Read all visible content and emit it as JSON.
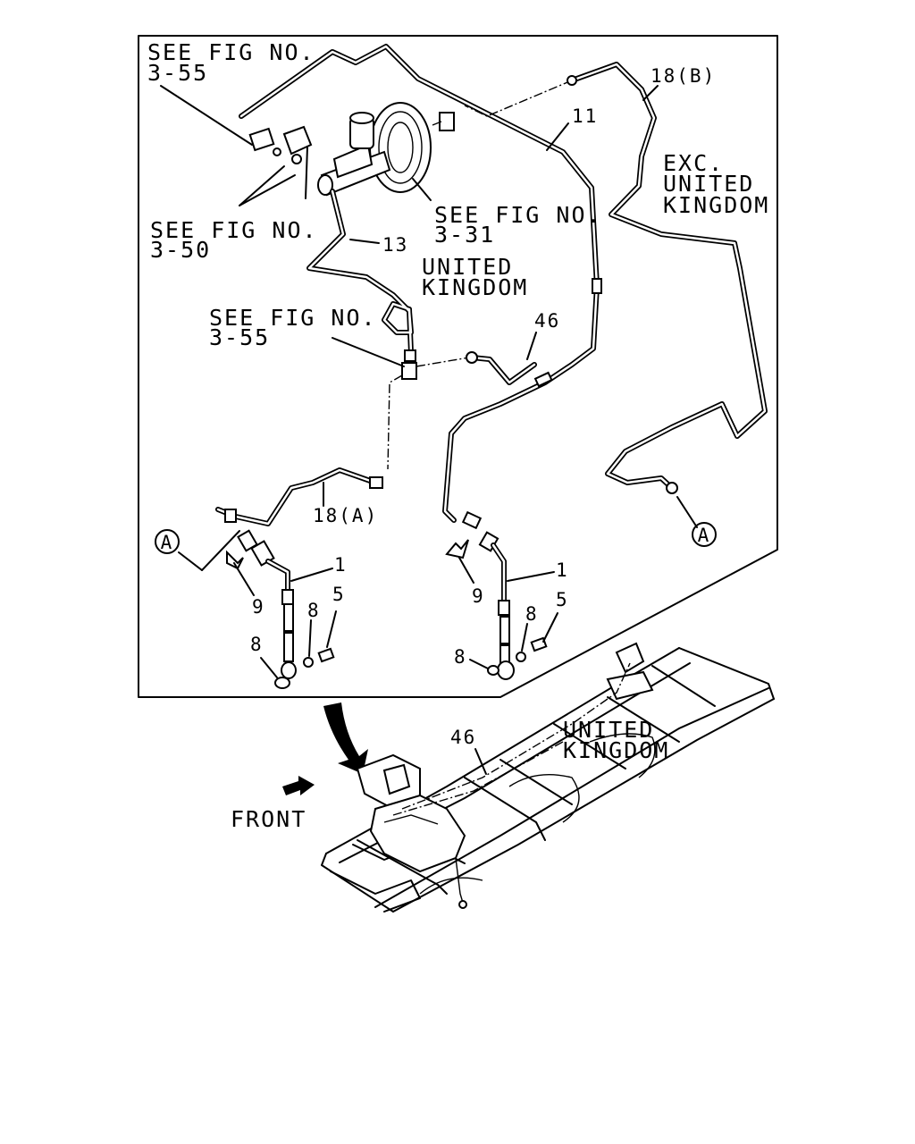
{
  "diagram": {
    "labels": {
      "see_fig_355_top": [
        "SEE FIG NO.",
        "3-55"
      ],
      "see_fig_350": [
        "SEE FIG NO.",
        "3-50"
      ],
      "see_fig_331": [
        "SEE FIG NO.",
        "3-31"
      ],
      "see_fig_355_mid": [
        "SEE FIG NO.",
        "3-55"
      ],
      "united_kingdom_upper": [
        "UNITED",
        "KINGDOM"
      ],
      "exc_united_kingdom": [
        "EXC.",
        "UNITED",
        "KINGDOM"
      ],
      "united_kingdom_lower": [
        "UNITED",
        "KINGDOM"
      ],
      "front": "FRONT"
    },
    "callouts": {
      "p18b": "18(B)",
      "p11": "11",
      "p13": "13",
      "p46_upper": "46",
      "p18a": "18(A)",
      "ref_a_left": "A",
      "ref_a_right": "A",
      "p1_left": "1",
      "p9_left": "9",
      "p8_left_upper": "8",
      "p5_left": "5",
      "p8_left_lower": "8",
      "p1_right": "1",
      "p9_right": "9",
      "p8_right_upper": "8",
      "p5_right": "5",
      "p8_right_lower": "8",
      "p46_lower": "46"
    }
  }
}
